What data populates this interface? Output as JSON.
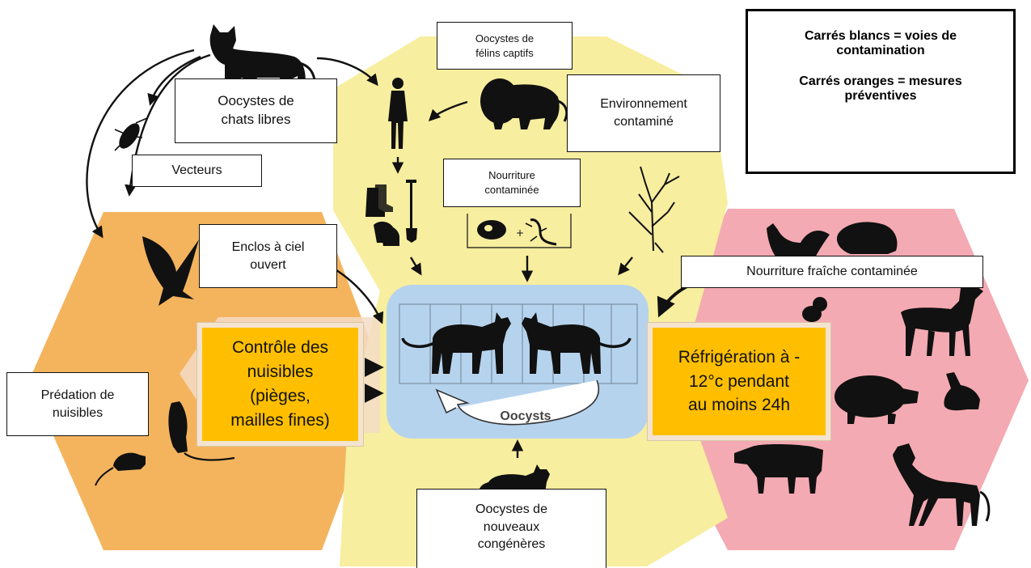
{
  "colors": {
    "yellow_zone": "#f7ee9f",
    "orange_zone": "#f4b45e",
    "pink_zone": "#f4aab2",
    "center_panel": "#b6d3ee",
    "prevention_box": "#ffbf00",
    "silhouette": "#111111"
  },
  "icons": [
    "cat-icon",
    "lion-icon",
    "human-icon",
    "boots-icon",
    "gloves-icon",
    "shovel-icon",
    "meat-icon",
    "lizard-icon",
    "tree-icon",
    "insect-icon",
    "bird-icon",
    "mouse-icon",
    "rat-icon",
    "rooster-icon",
    "rat-icon",
    "chick-icon",
    "goat-icon",
    "pig-icon",
    "rabbit-icon",
    "cow-icon",
    "horse-icon",
    "caged-cat-icon",
    "cycle-arrow-icon"
  ],
  "legend": {
    "line1": "Carrés blancs = voies de\ncontamination",
    "line2": "Carrés oranges = mesures\npréventives"
  },
  "routes": {
    "oocystes_felins_captifs": "Oocystes de\nfélins captifs",
    "oocystes_chats_libres": "Oocystes de\nchats libres",
    "environnement": "Environnement\ncontaminé",
    "vecteurs": "Vecteurs",
    "nourriture_contaminee": "Nourriture\ncontaminée",
    "enclos": "Enclos à ciel\nouvert",
    "nourriture_fraiche": "Nourriture fraîche contaminée",
    "predation": "Prédation de\nnuisibles",
    "nouveaux_congeneres": "Oocystes de\nnouveaux\ncongénères"
  },
  "measures": {
    "controle": "Contrôle des\nnuisibles\n(pièges,\nmailles fines)",
    "refrigeration": "Réfrigération à -\n12°c pendant\nau moins 24h"
  },
  "center": {
    "cycle_label": "Oocysts"
  }
}
